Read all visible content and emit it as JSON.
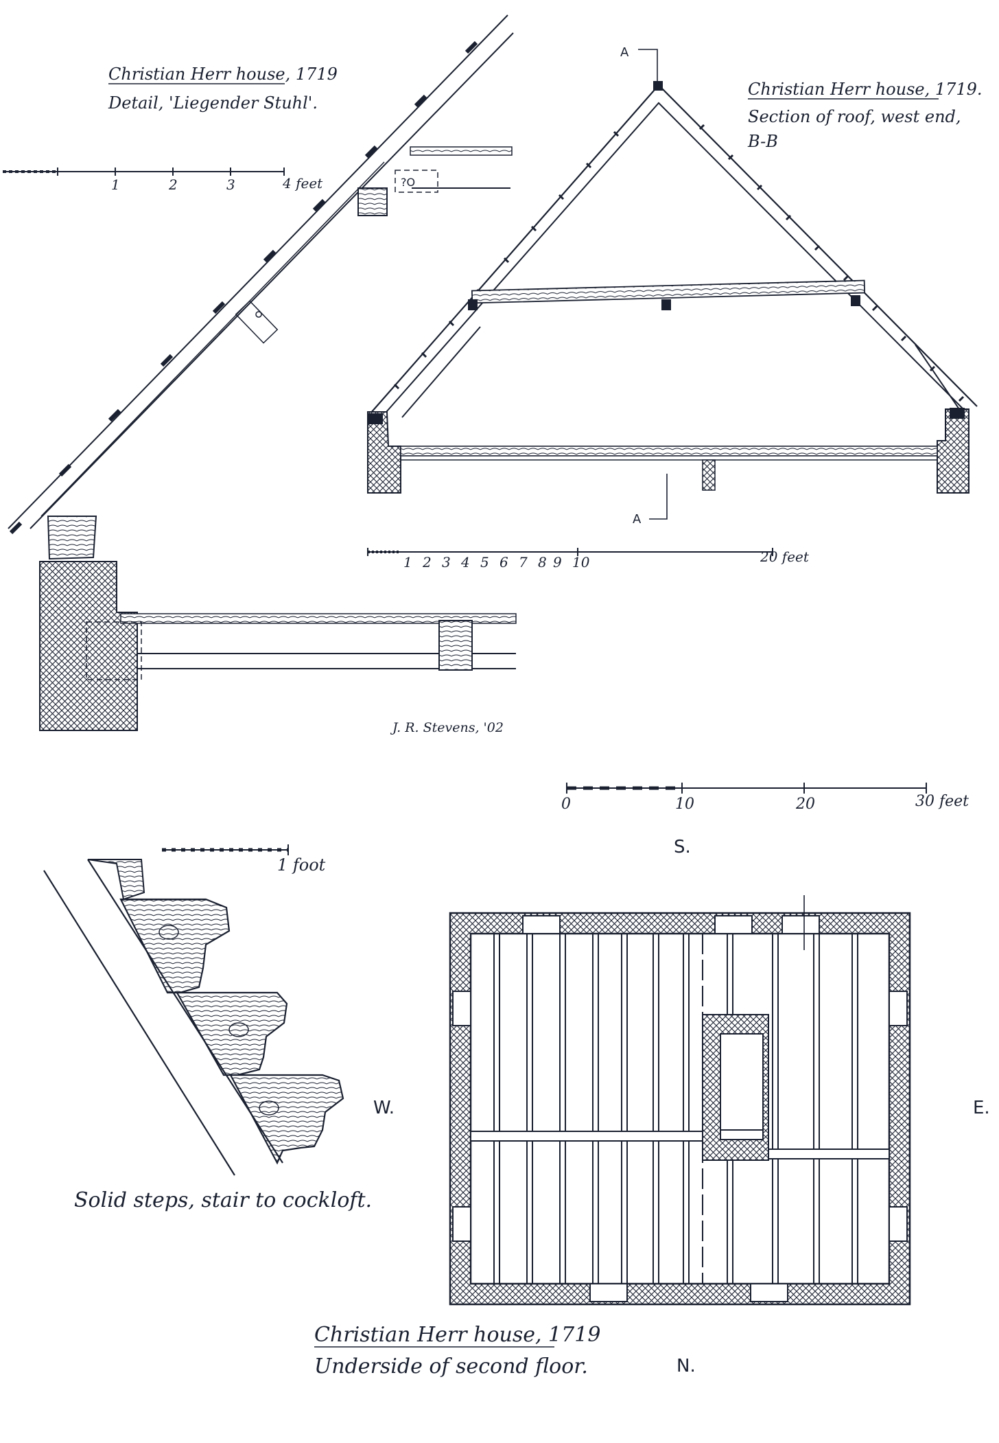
{
  "detail": {
    "title": "Christian Herr house, 1719",
    "subtitle": "Detail, 'Liegender Stuhl'.",
    "scale_ticks": [
      "1",
      "2",
      "3"
    ],
    "scale_end": "4 feet",
    "note": "?O"
  },
  "section": {
    "title": "Christian Herr house, 1719.",
    "line2": "Section of roof, west end,",
    "line3": "B-B",
    "cut_top": "A",
    "cut_bottom": "A",
    "scale_ticks": [
      "1",
      "2",
      "3",
      "4",
      "5",
      "6",
      "7",
      "8",
      "9",
      "10"
    ],
    "scale_end": "20 feet"
  },
  "signature": "J. R. Stevens, '02",
  "plan_scale": {
    "ticks": [
      "0",
      "10",
      "20"
    ],
    "end": "30 feet"
  },
  "stair": {
    "scale": "1 foot",
    "caption": "Solid steps, stair to cockloft."
  },
  "plan": {
    "south": "S.",
    "north": "N.",
    "west": "W.",
    "east": "E.",
    "title": "Christian Herr house, 1719",
    "subtitle": "Underside of second floor."
  }
}
